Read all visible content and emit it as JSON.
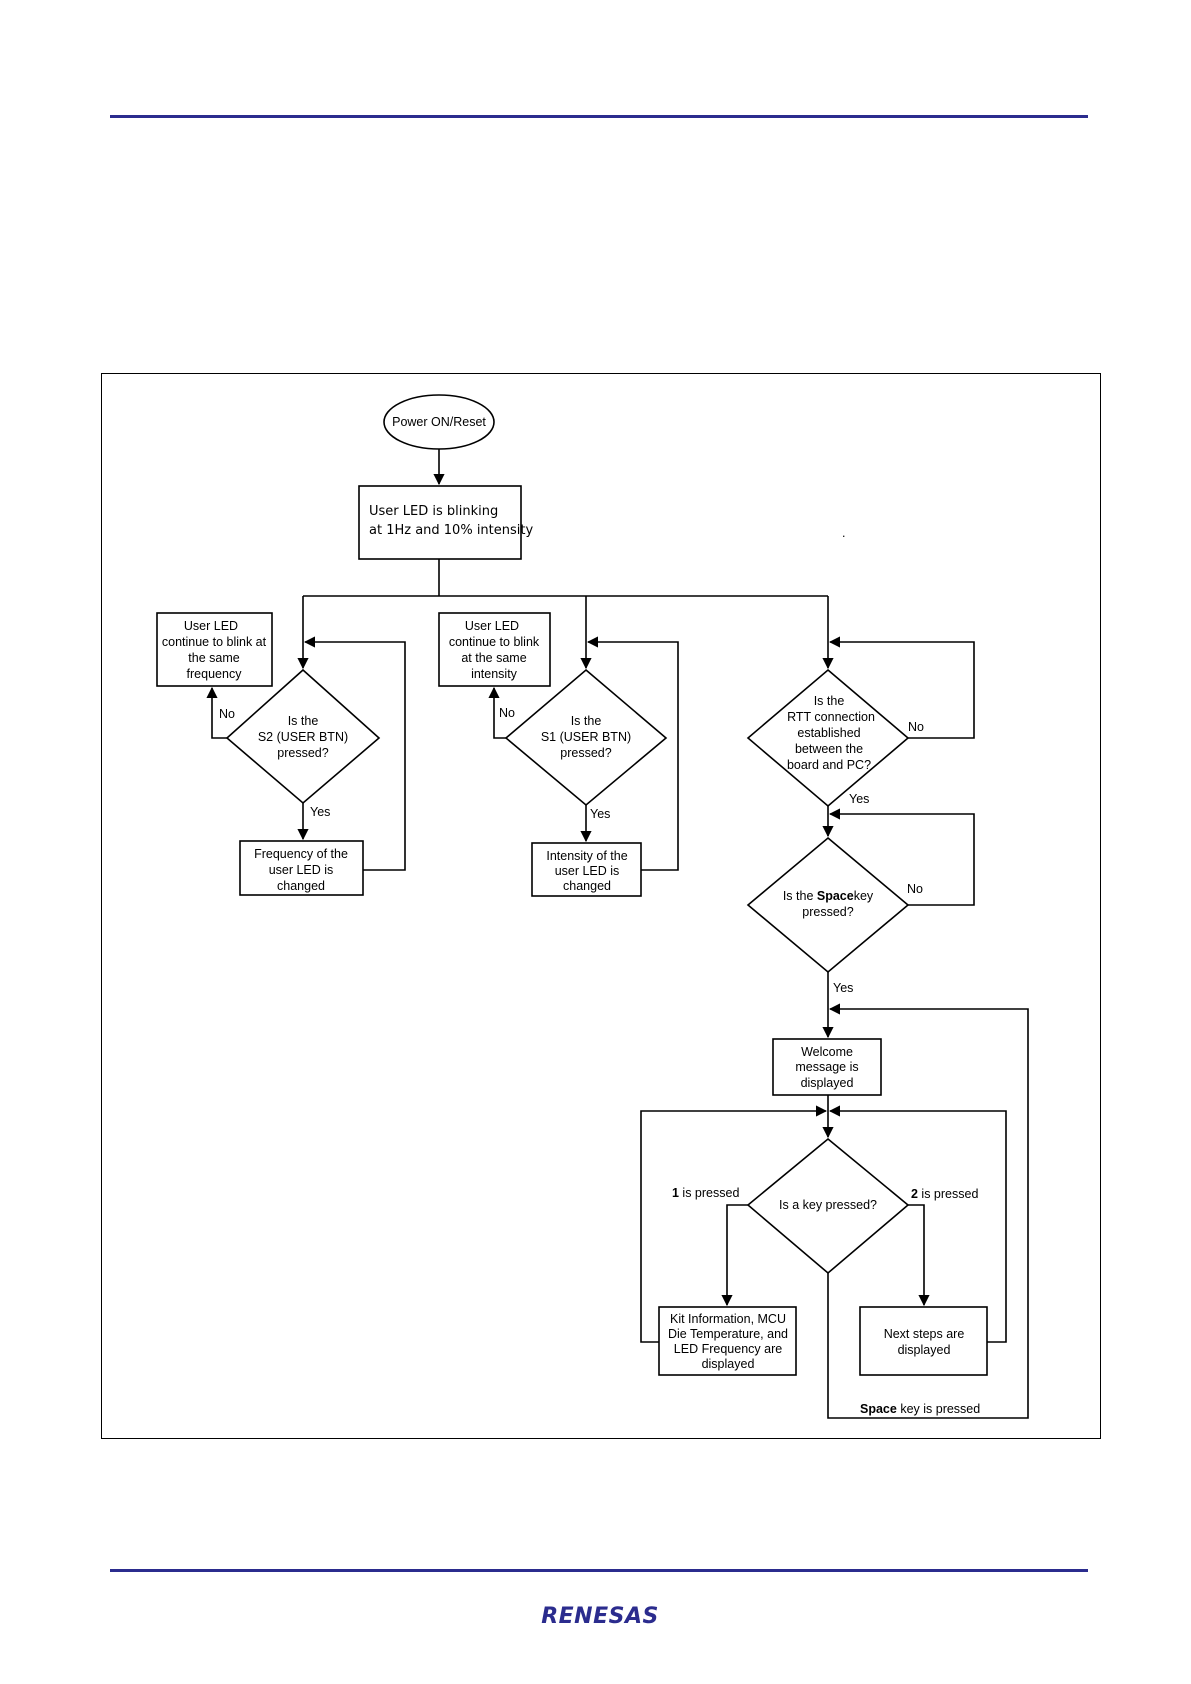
{
  "header": {
    "rule_color": "#2b2c8e"
  },
  "footer": {
    "logo_text": "RENESAS",
    "logo_color": "#2b2c8e"
  },
  "flowchart": {
    "start": "Power ON/Reset",
    "init_box": [
      "User LED is blinking",
      "at 1Hz and 10% intensity"
    ],
    "s2": {
      "hold_box": [
        "User LED",
        "continue to blink at",
        "the same",
        "frequency"
      ],
      "decision": [
        "Is the",
        "S2 (USER BTN)",
        "pressed?"
      ],
      "no": "No",
      "yes": "Yes",
      "action_box": [
        "Frequency of the",
        "user LED   is",
        "changed"
      ]
    },
    "s1": {
      "hold_box": [
        "User LED",
        "continue to blink",
        "at the same",
        "intensity"
      ],
      "decision": [
        "Is the",
        "S1 (USER BTN)",
        "pressed?"
      ],
      "no": "No",
      "yes": "Yes",
      "action_box": [
        "Intensity of the",
        "user LED   is",
        "changed"
      ]
    },
    "rtt": {
      "decision": [
        "Is the",
        "RTT connection",
        "established",
        "between the",
        "board and PC?"
      ],
      "no": "No",
      "yes": "Yes"
    },
    "space": {
      "decision_prefix": "Is the ",
      "decision_bold": "Space",
      "decision_suffix": "key",
      "decision_line2": "pressed?",
      "no": "No",
      "yes": "Yes"
    },
    "welcome_box": [
      "Welcome",
      "message is",
      "displayed"
    ],
    "key_decision": "Is a key pressed?",
    "key1_bold": "1",
    "key1_rest": " is pressed",
    "key2_bold": "2",
    "key2_rest": " is pressed",
    "kit_box": [
      "Kit Information, MCU",
      "Die Temperature, and",
      "LED Frequency are",
      "displayed"
    ],
    "next_box": [
      "Next steps are",
      "displayed"
    ],
    "space_loop_bold": "Space",
    "space_loop_rest": " key is pressed",
    "stray_mark": "."
  }
}
